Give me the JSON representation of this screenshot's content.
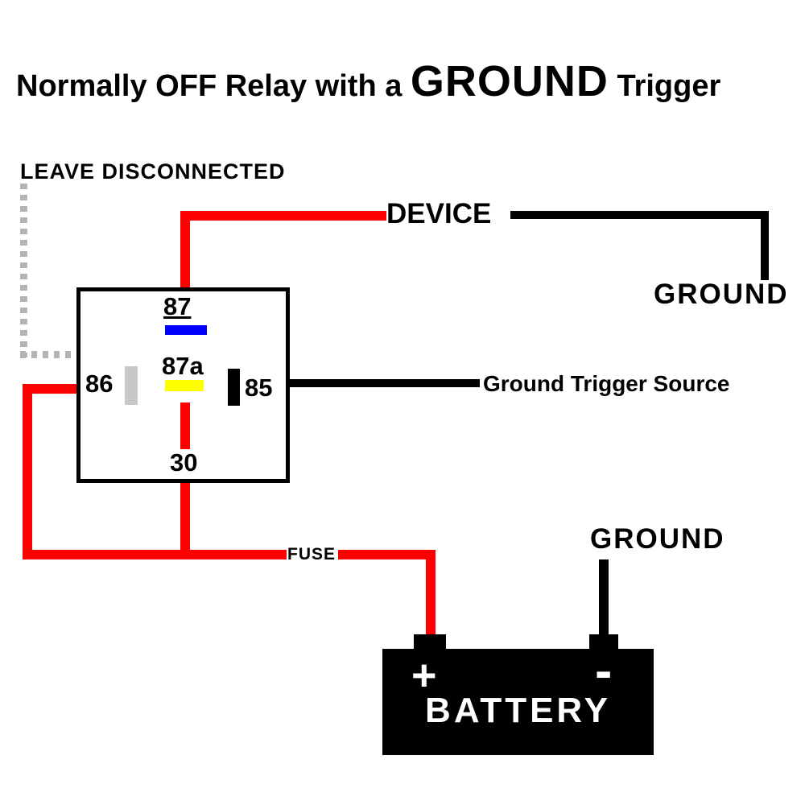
{
  "title": {
    "prefix": "Normally OFF Relay with a ",
    "emphasis": "GROUND",
    "suffix": " Trigger"
  },
  "labels": {
    "leave_disconnected": "LEAVE DISCONNECTED",
    "device": "DEVICE",
    "ground_top": "GROUND",
    "ground_trigger_source": "Ground Trigger Source",
    "fuse": "FUSE",
    "ground_bottom": "GROUND"
  },
  "relay": {
    "pin_87": "87",
    "pin_87a": "87a",
    "pin_86": "86",
    "pin_85": "85",
    "pin_30": "30"
  },
  "battery": {
    "plus": "+",
    "minus": "-",
    "label": "BATTERY"
  },
  "colors": {
    "wire_power": "#ff0000",
    "wire_ground": "#000000",
    "contact_87_bar": "#0000ff",
    "contact_87a_bar": "#ffff00",
    "coil_86_bar": "#c8c8c8",
    "coil_85_bar": "#000000",
    "dotted_path": "#b3b3b3",
    "battery_body": "#000000",
    "battery_text": "#ffffff"
  }
}
